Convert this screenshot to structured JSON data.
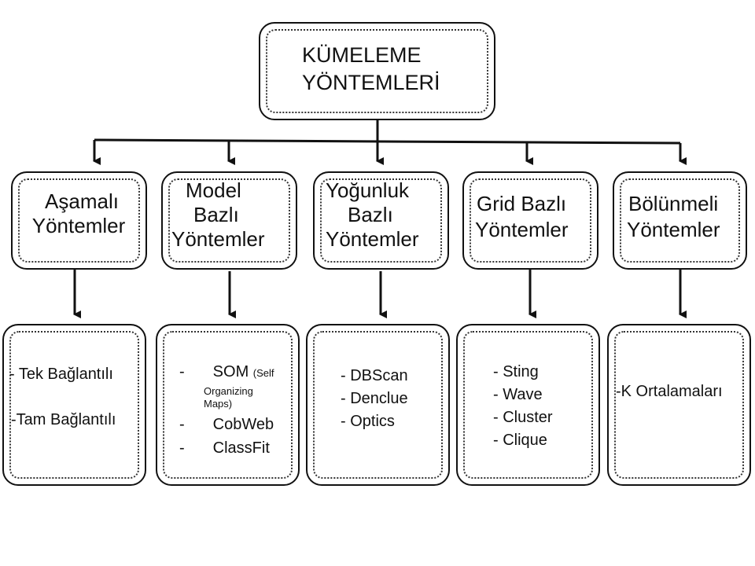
{
  "root": {
    "line1": "KÜMELEME",
    "line2": "YÖNTEMLERİ"
  },
  "categories": [
    {
      "lines": [
        "Aşamalı",
        "Yöntemler"
      ]
    },
    {
      "lines": [
        "Model",
        "Bazlı",
        "Yöntemler"
      ]
    },
    {
      "lines": [
        "Yoğunluk",
        "Bazlı",
        "Yöntemler"
      ]
    },
    {
      "lines": [
        "Grid Bazlı",
        "Yöntemler"
      ]
    },
    {
      "lines": [
        "Bölünmeli",
        "Yöntemler"
      ]
    }
  ],
  "leaves": {
    "hierarchical": [
      "- Tek Bağlantılı",
      "-Tam Bağlantılı"
    ],
    "model": {
      "som": "SOM",
      "som_note_1": "(Self",
      "som_note_2": "Organizing",
      "som_note_3": "Maps)",
      "cobweb": "CobWeb",
      "classfit": "ClassFit",
      "bullet": "-"
    },
    "density": [
      "- DBScan",
      "- Denclue",
      "- Optics"
    ],
    "grid": [
      "- Sting",
      "- Wave",
      "- Cluster",
      "- Clique"
    ],
    "partitional": [
      "-K Ortalamaları"
    ]
  }
}
